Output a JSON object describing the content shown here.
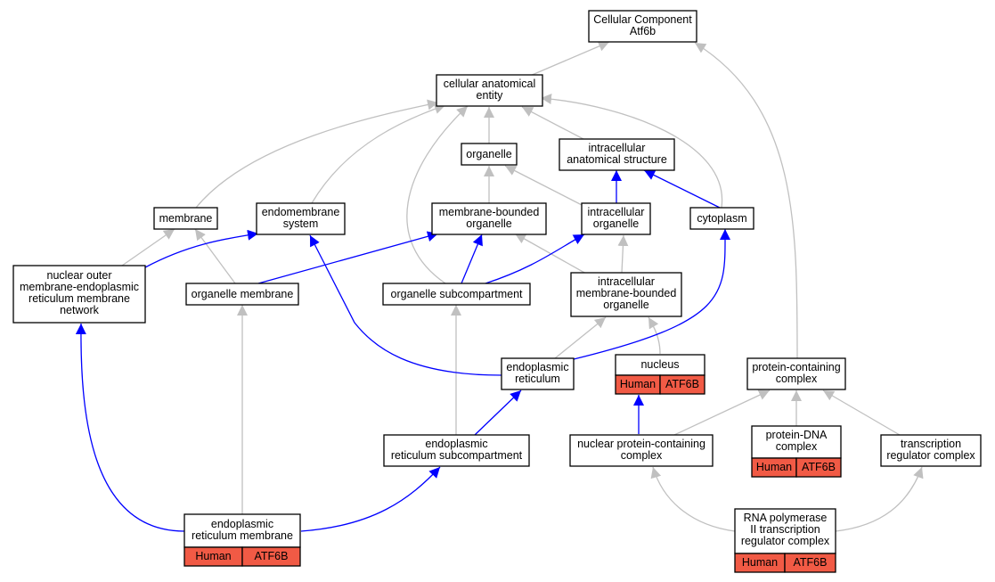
{
  "colors": {
    "gray_edge": "#c0c0c0",
    "blue_edge": "#0000ff",
    "annotation_fill": "#f15a45",
    "node_border": "#000000"
  },
  "nodes": {
    "cc_atf6b": {
      "lines": [
        "Cellular Component",
        "Atf6b"
      ]
    },
    "cae": {
      "lines": [
        "cellular anatomical",
        "entity"
      ]
    },
    "organelle": {
      "lines": [
        "organelle"
      ]
    },
    "ias": {
      "lines": [
        "intracellular",
        "anatomical structure"
      ]
    },
    "membrane": {
      "lines": [
        "membrane"
      ]
    },
    "endomembrane": {
      "lines": [
        "endomembrane",
        "system"
      ]
    },
    "mbo": {
      "lines": [
        "membrane-bounded",
        "organelle"
      ]
    },
    "io": {
      "lines": [
        "intracellular",
        "organelle"
      ]
    },
    "cytoplasm": {
      "lines": [
        "cytoplasm"
      ]
    },
    "nomerm": {
      "lines": [
        "nuclear outer",
        "membrane-endoplasmic",
        "reticulum membrane",
        "network"
      ]
    },
    "om": {
      "lines": [
        "organelle membrane"
      ]
    },
    "os": {
      "lines": [
        "organelle subcompartment"
      ]
    },
    "imbo": {
      "lines": [
        "intracellular",
        "membrane-bounded",
        "organelle"
      ]
    },
    "er": {
      "lines": [
        "endoplasmic",
        "reticulum"
      ]
    },
    "nucleus": {
      "lines": [
        "nucleus"
      ],
      "tags": [
        "Human",
        "ATF6B"
      ]
    },
    "pcc": {
      "lines": [
        "protein-containing",
        "complex"
      ]
    },
    "ers": {
      "lines": [
        "endoplasmic",
        "reticulum subcompartment"
      ]
    },
    "npcc": {
      "lines": [
        "nuclear protein-containing",
        "complex"
      ]
    },
    "pdna": {
      "lines": [
        "protein-DNA",
        "complex"
      ],
      "tags": [
        "Human",
        "ATF6B"
      ]
    },
    "trc": {
      "lines": [
        "transcription",
        "regulator complex"
      ]
    },
    "erm": {
      "lines": [
        "endoplasmic",
        "reticulum membrane"
      ],
      "tags": [
        "Human",
        "ATF6B"
      ]
    },
    "rnap": {
      "lines": [
        "RNA polymerase",
        "II transcription",
        "regulator complex"
      ],
      "tags": [
        "Human",
        "ATF6B"
      ]
    }
  },
  "edges": [
    {
      "from": "cae",
      "to": "cc_atf6b",
      "kind": "is_a"
    },
    {
      "from": "pcc",
      "to": "cc_atf6b",
      "kind": "is_a"
    },
    {
      "from": "organelle",
      "to": "cae",
      "kind": "is_a"
    },
    {
      "from": "ias",
      "to": "cae",
      "kind": "is_a"
    },
    {
      "from": "membrane",
      "to": "cae",
      "kind": "is_a"
    },
    {
      "from": "endomembrane",
      "to": "cae",
      "kind": "is_a"
    },
    {
      "from": "os",
      "to": "cae",
      "kind": "is_a"
    },
    {
      "from": "cytoplasm",
      "to": "cae",
      "kind": "is_a"
    },
    {
      "from": "mbo",
      "to": "organelle",
      "kind": "is_a"
    },
    {
      "from": "io",
      "to": "organelle",
      "kind": "is_a"
    },
    {
      "from": "io",
      "to": "ias",
      "kind": "part_of"
    },
    {
      "from": "cytoplasm",
      "to": "ias",
      "kind": "part_of"
    },
    {
      "from": "nomerm",
      "to": "membrane",
      "kind": "is_a"
    },
    {
      "from": "om",
      "to": "membrane",
      "kind": "is_a"
    },
    {
      "from": "nomerm",
      "to": "endomembrane",
      "kind": "part_of"
    },
    {
      "from": "er",
      "to": "endomembrane",
      "kind": "part_of"
    },
    {
      "from": "om",
      "to": "mbo",
      "kind": "part_of"
    },
    {
      "from": "os",
      "to": "mbo",
      "kind": "part_of"
    },
    {
      "from": "os",
      "to": "io",
      "kind": "part_of"
    },
    {
      "from": "imbo",
      "to": "mbo",
      "kind": "is_a"
    },
    {
      "from": "imbo",
      "to": "io",
      "kind": "is_a"
    },
    {
      "from": "er",
      "to": "imbo",
      "kind": "is_a"
    },
    {
      "from": "nucleus",
      "to": "imbo",
      "kind": "is_a"
    },
    {
      "from": "er",
      "to": "cytoplasm",
      "kind": "part_of"
    },
    {
      "from": "ers",
      "to": "os",
      "kind": "is_a"
    },
    {
      "from": "ers",
      "to": "er",
      "kind": "part_of"
    },
    {
      "from": "npcc",
      "to": "nucleus",
      "kind": "part_of"
    },
    {
      "from": "npcc",
      "to": "pcc",
      "kind": "is_a"
    },
    {
      "from": "pdna",
      "to": "pcc",
      "kind": "is_a"
    },
    {
      "from": "trc",
      "to": "pcc",
      "kind": "is_a"
    },
    {
      "from": "erm",
      "to": "om",
      "kind": "is_a"
    },
    {
      "from": "erm",
      "to": "nomerm",
      "kind": "part_of"
    },
    {
      "from": "erm",
      "to": "ers",
      "kind": "part_of"
    },
    {
      "from": "rnap",
      "to": "npcc",
      "kind": "is_a"
    },
    {
      "from": "rnap",
      "to": "trc",
      "kind": "is_a"
    }
  ]
}
